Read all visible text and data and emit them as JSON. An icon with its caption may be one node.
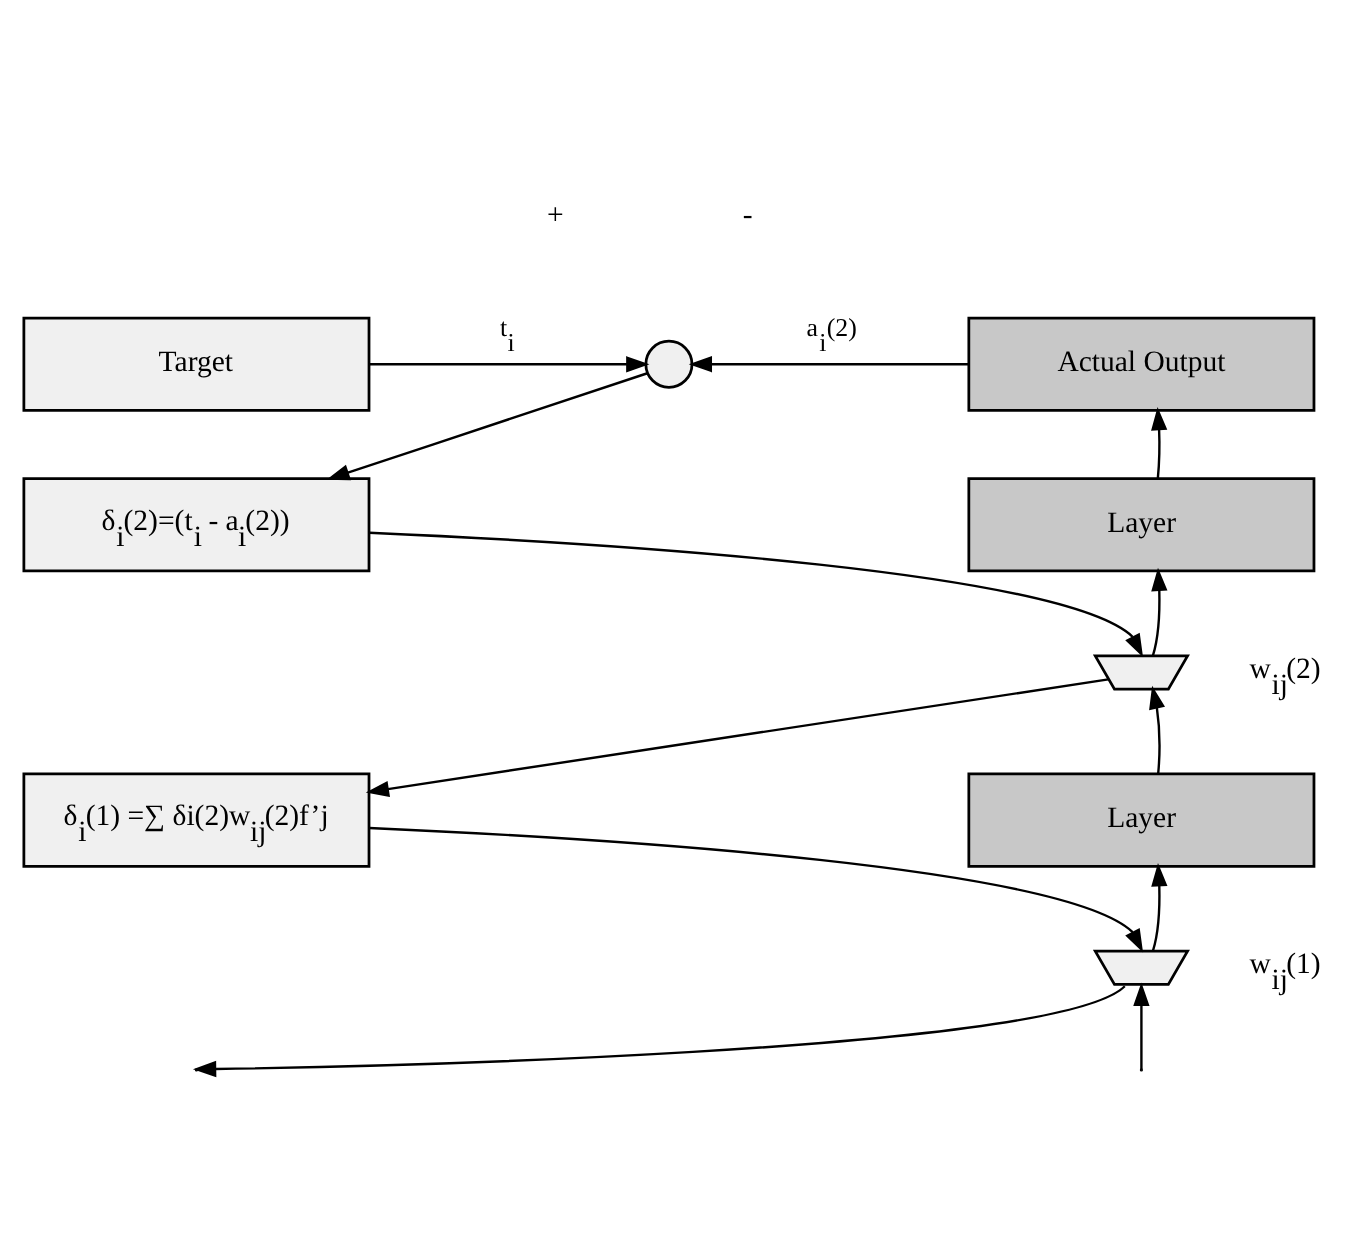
{
  "diagram": {
    "nodes": [
      {
        "text": [
          "Target"
        ]
      },
      {
        "text": [],
        "shape": "circle"
      },
      {
        "text": [
          "Actual Output"
        ]
      },
      {
        "text": [
          "δ$_{i}$(2)=(t$_{i}$ - a$_{i}$(2))"
        ]
      },
      {
        "text": [
          "Layer"
        ]
      },
      {
        "text": [],
        "shape": "semicircle",
        "beside": [
          "w$_{ij}$(2)"
        ]
      },
      {
        "text": [
          "δ$_{i}$(1) =∑ δi(2)w$_{ij}$(2)f’j"
        ]
      },
      {
        "text": [
          "Layer"
        ]
      },
      {
        "text": [],
        "shape": "semicircle",
        "beside": [
          "w$_{ij}$(1)"
        ]
      }
    ],
    "edges": [
      {
        "from": 0,
        "to": 1,
        "arrow": "to",
        "label": "t$_{i}$"
      },
      {
        "from": 2,
        "to": 1,
        "arrow": "to",
        "label": "a$_{i}$(2)"
      },
      {
        "from": 1,
        "to": 3,
        "arrow": "to"
      },
      {
        "from": 3,
        "to": 5,
        "arrow": "to"
      },
      {
        "from": 5,
        "to": 6,
        "arrow": "to"
      },
      {
        "from": 4,
        "to": 2,
        "arrow": "to"
      },
      {
        "from": 5,
        "to": 4,
        "arrow": "to"
      },
      {
        "from": 7,
        "to": 5,
        "arrow": "to"
      },
      {
        "from": 6,
        "to": 8,
        "arrow": "to"
      },
      {
        "from": 8,
        "to": 7,
        "arrow": "to"
      },
      {
        "from": 8,
        "to": null,
        "arrow": "to"
      },
      {
        "from": null,
        "to": 8,
        "arrow": "to"
      }
    ],
    "labels": [
      "+",
      "-"
    ]
  }
}
